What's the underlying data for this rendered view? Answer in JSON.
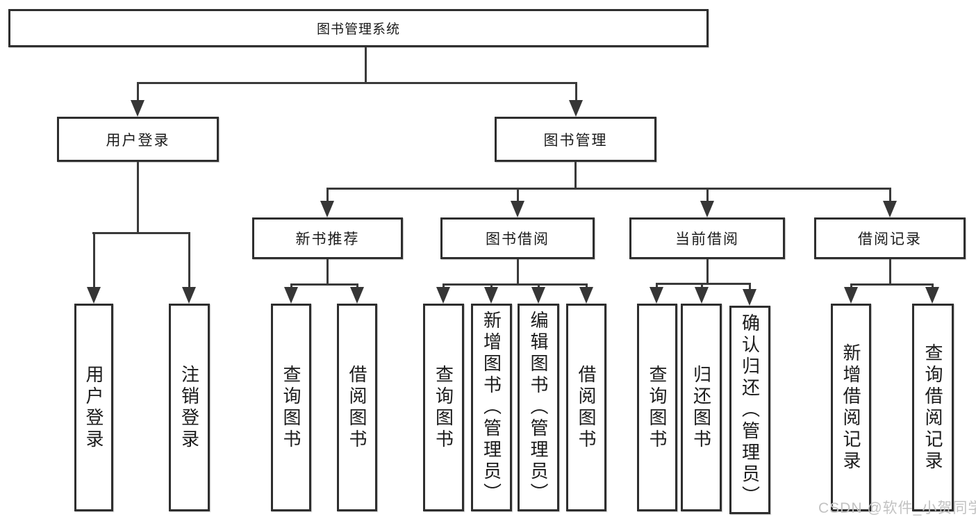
{
  "diagram": {
    "root": "图书管理系统",
    "level2": [
      "用户登录",
      "图书管理"
    ],
    "level3": [
      "新书推荐",
      "图书借阅",
      "当前借阅",
      "借阅记录"
    ],
    "leaves_user_login": [
      "用户登录",
      "注销登录"
    ],
    "leaves_new_books": [
      "查询图书",
      "借阅图书"
    ],
    "leaves_book_borrow": [
      "查询图书",
      "新增图书（管理员）",
      "编辑图书（管理员）",
      "借阅图书"
    ],
    "leaves_current_borrow": [
      "查询图书",
      "归还图书",
      "确认归还（管理员）"
    ],
    "leaves_borrow_records": [
      "新增借阅记录",
      "查询借阅记录"
    ]
  },
  "watermark": "CSDN @软件_小贺同学",
  "colors": {
    "background": "#ffffff",
    "box_border": "#2e2e2e",
    "connector_line": "#3a3a3a",
    "text": "#1b1b1b",
    "watermark": "#c2c2c2"
  }
}
